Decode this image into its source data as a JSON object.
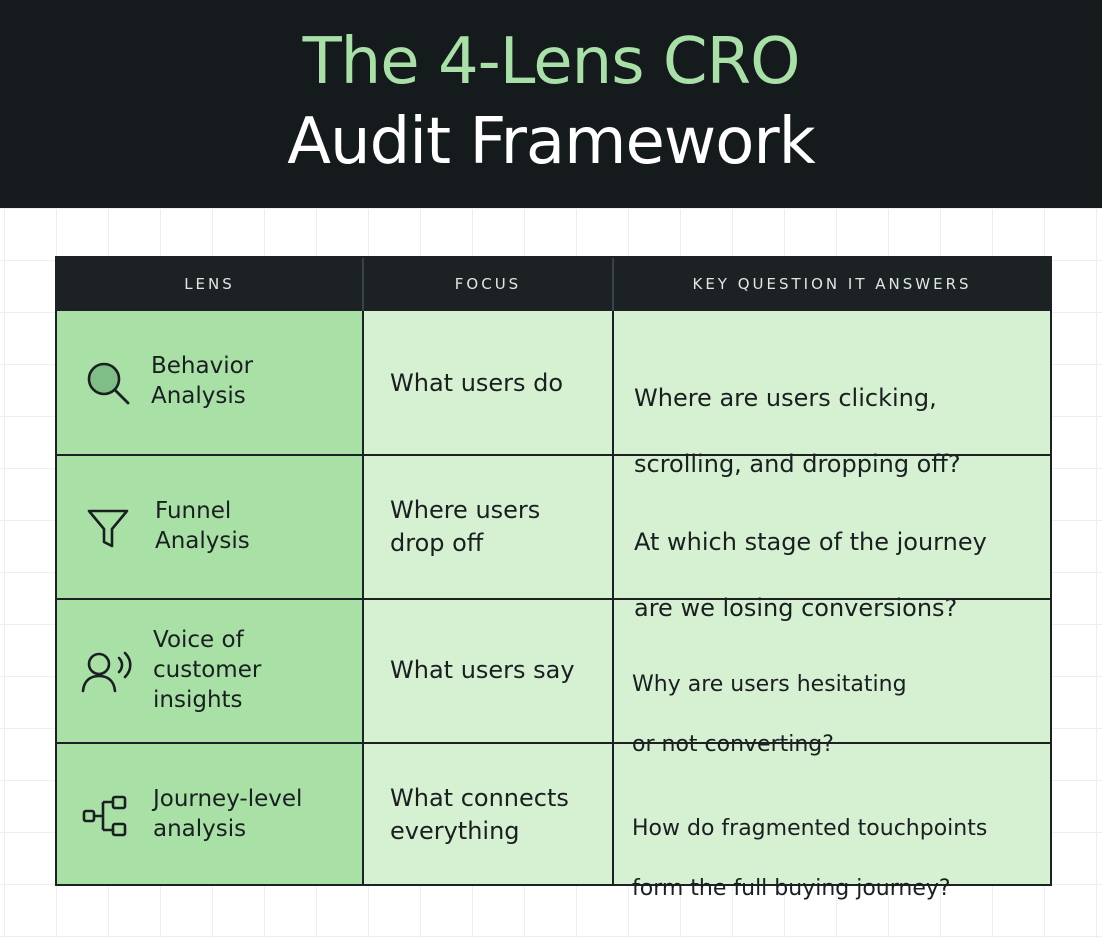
{
  "header": {
    "title_line1": "The 4-Lens CRO",
    "title_line2": "Audit Framework"
  },
  "table": {
    "columns": [
      "LENS",
      "FOCUS",
      "KEY QUESTION IT ANSWERS"
    ],
    "rows": [
      {
        "icon": "magnifier-icon",
        "lens": [
          "Behavior",
          "Analysis"
        ],
        "focus": [
          "What users do"
        ],
        "question": [
          "Where are users clicking,",
          "scrolling, and dropping off?"
        ]
      },
      {
        "icon": "funnel-icon",
        "lens": [
          "Funnel",
          "Analysis"
        ],
        "focus": [
          "Where users",
          "drop off"
        ],
        "question": [
          "At which stage of the journey",
          "are we losing conversions?"
        ]
      },
      {
        "icon": "user-voice-icon",
        "lens": [
          "Voice of",
          "customer",
          "insights"
        ],
        "focus": [
          "What users say"
        ],
        "question": [
          "Why are users hesitating",
          "or not converting?"
        ]
      },
      {
        "icon": "flow-nodes-icon",
        "lens": [
          "Journey-level",
          "analysis"
        ],
        "focus": [
          "What connects",
          "everything"
        ],
        "question": [
          "How do fragmented touchpoints",
          "form the full buying journey?"
        ]
      }
    ]
  },
  "colors": {
    "header_bg": "#151a1c",
    "title_accent": "#a8e0a8",
    "lens_cell": "#a9e0a6",
    "body_cell": "#d6f0d2"
  }
}
